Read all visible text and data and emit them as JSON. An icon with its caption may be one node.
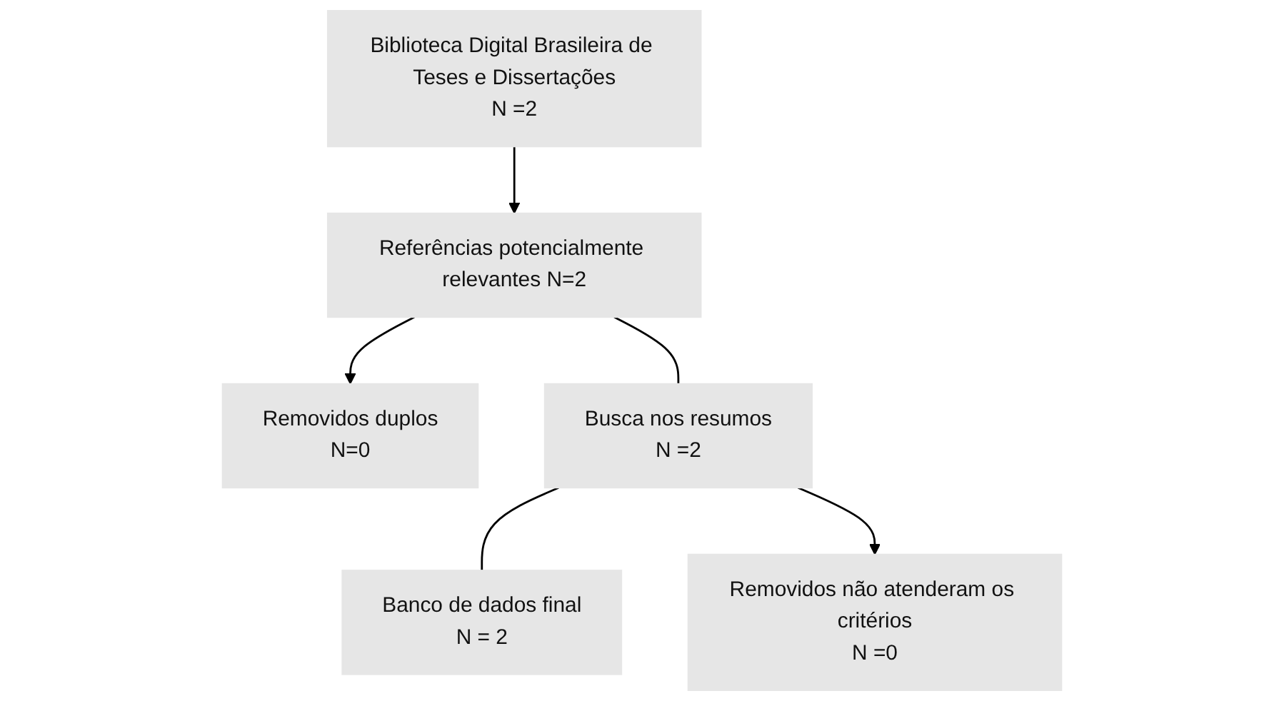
{
  "diagram": {
    "nodes": [
      {
        "text": [
          "Biblioteca Digital Brasileira de Teses e Dissertações",
          "N =2"
        ]
      },
      {
        "text": [
          "Referências potencialmente relevantes N=2"
        ]
      },
      {
        "text": [
          "Removidos duplos",
          "N=0"
        ]
      },
      {
        "text": [
          "Busca nos resumos",
          "N =2"
        ]
      },
      {
        "text": [
          "Removidos não atenderam os critérios",
          "N =0"
        ]
      },
      {
        "text": [
          "Banco de dados final",
          "N = 2"
        ]
      }
    ],
    "edges": [
      {
        "from": 0,
        "to": 1,
        "arrow": "to"
      },
      {
        "from": 1,
        "to": 3,
        "arrow": "none"
      },
      {
        "from": 1,
        "to": 2,
        "arrow": "to"
      },
      {
        "from": 3,
        "to": 5,
        "arrow": "none"
      },
      {
        "from": 3,
        "to": 4,
        "arrow": "to"
      }
    ]
  }
}
